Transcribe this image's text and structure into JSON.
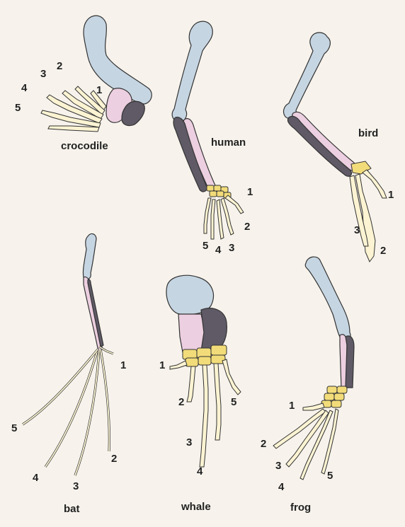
{
  "colors": {
    "background": "#f7f3ec",
    "humerus": "#c6d5e2",
    "radius": "#eccfe0",
    "ulna": "#5f5a66",
    "carpal": "#f2dc7a",
    "digit": "#fbf3d2"
  },
  "limbs": {
    "crocodile": {
      "name": "crocodile",
      "digits": [
        "1",
        "2",
        "3",
        "4",
        "5"
      ]
    },
    "human": {
      "name": "human",
      "digits": [
        "1",
        "2",
        "3",
        "4",
        "5"
      ]
    },
    "bird": {
      "name": "bird",
      "digits": [
        "1",
        "2",
        "3"
      ]
    },
    "bat": {
      "name": "bat",
      "digits": [
        "1",
        "2",
        "3",
        "4",
        "5"
      ]
    },
    "whale": {
      "name": "whale",
      "digits": [
        "1",
        "2",
        "3",
        "4",
        "5"
      ]
    },
    "frog": {
      "name": "frog",
      "digits": [
        "1",
        "2",
        "3",
        "4",
        "5"
      ]
    }
  }
}
